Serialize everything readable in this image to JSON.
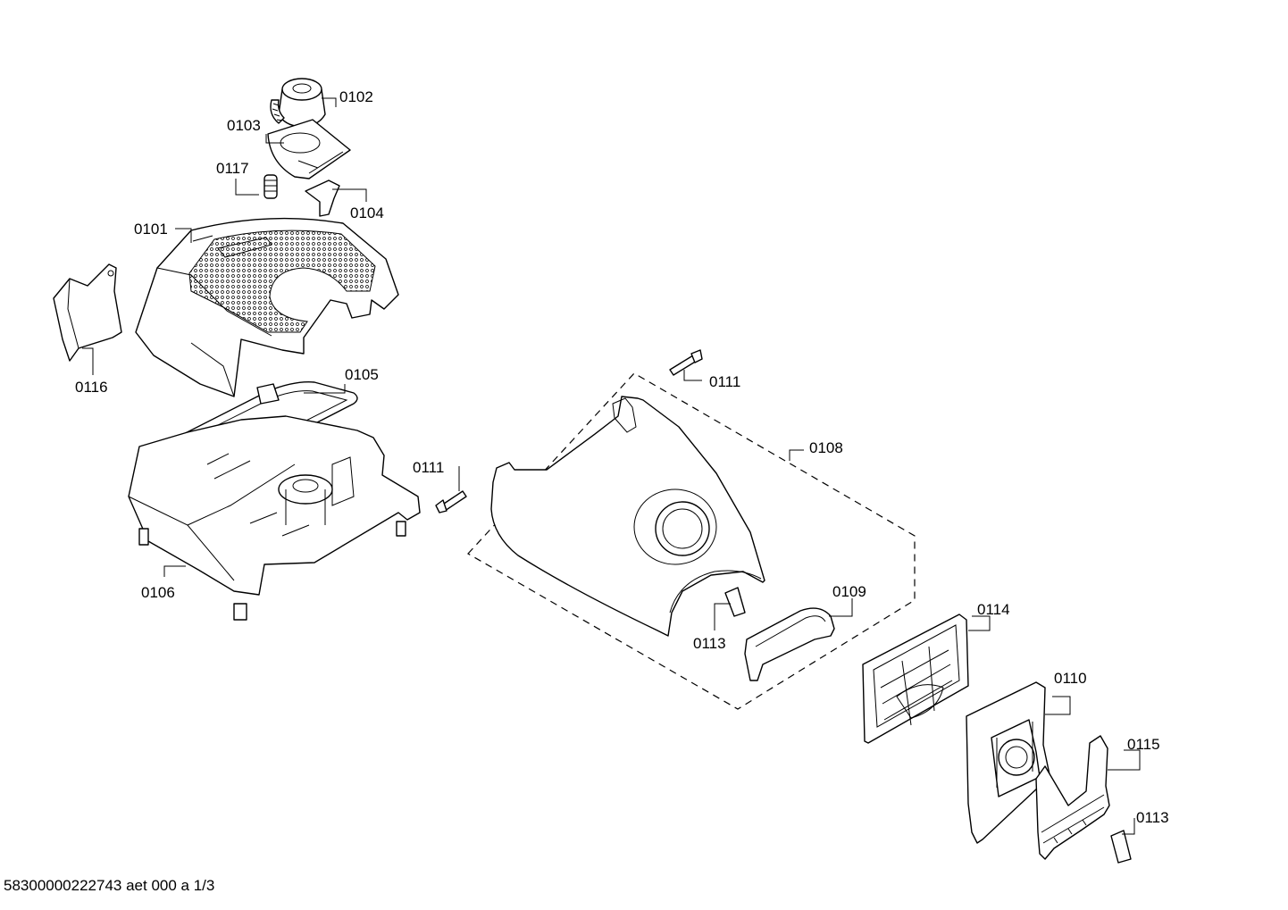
{
  "labels": {
    "p0101": "0101",
    "p0102": "0102",
    "p0103": "0103",
    "p0104": "0104",
    "p0105": "0105",
    "p0106": "0106",
    "p0108": "0108",
    "p0109": "0109",
    "p0110": "0110",
    "p0111a": "0111",
    "p0111b": "0111",
    "p0113a": "0113",
    "p0113b": "0113",
    "p0114": "0114",
    "p0115": "0115",
    "p0116": "0116",
    "p0117": "0117"
  },
  "footer": "58300000222743 aet 000 a 1/3"
}
